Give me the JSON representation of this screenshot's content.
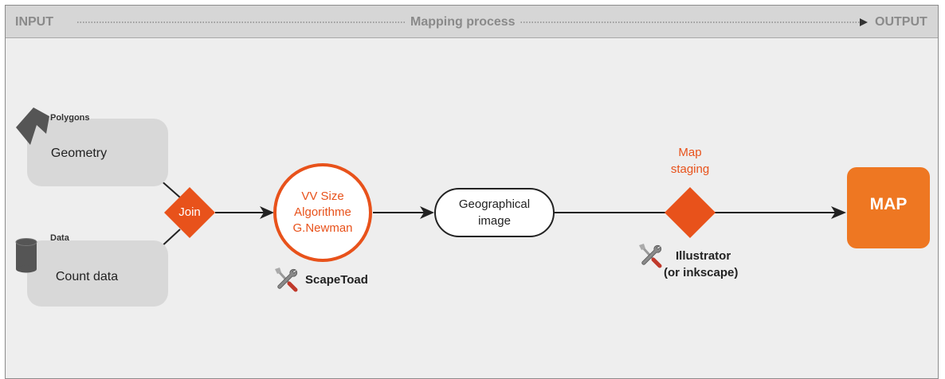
{
  "header": {
    "input": "INPUT",
    "process": "Mapping process",
    "output": "OUTPUT"
  },
  "inputs": {
    "polygons_label": "Polygons",
    "geometry": "Geometry",
    "data_label": "Data",
    "count_data": "Count data"
  },
  "join": "Join",
  "algorithm": {
    "line1": "VV Size",
    "line2": "Algorithme",
    "line3": "G.Newman",
    "tool": "ScapeToad"
  },
  "geo_image": {
    "line1": "Geographical",
    "line2": "image"
  },
  "staging": {
    "line1": "Map",
    "line2": "staging",
    "tool_line1": "Illustrator",
    "tool_line2": "(or inkscape)"
  },
  "output": "MAP",
  "colors": {
    "accent": "#e8521b",
    "map_box": "#ee7722",
    "node_gray": "#d8d8d8",
    "background": "#eeeeee"
  }
}
